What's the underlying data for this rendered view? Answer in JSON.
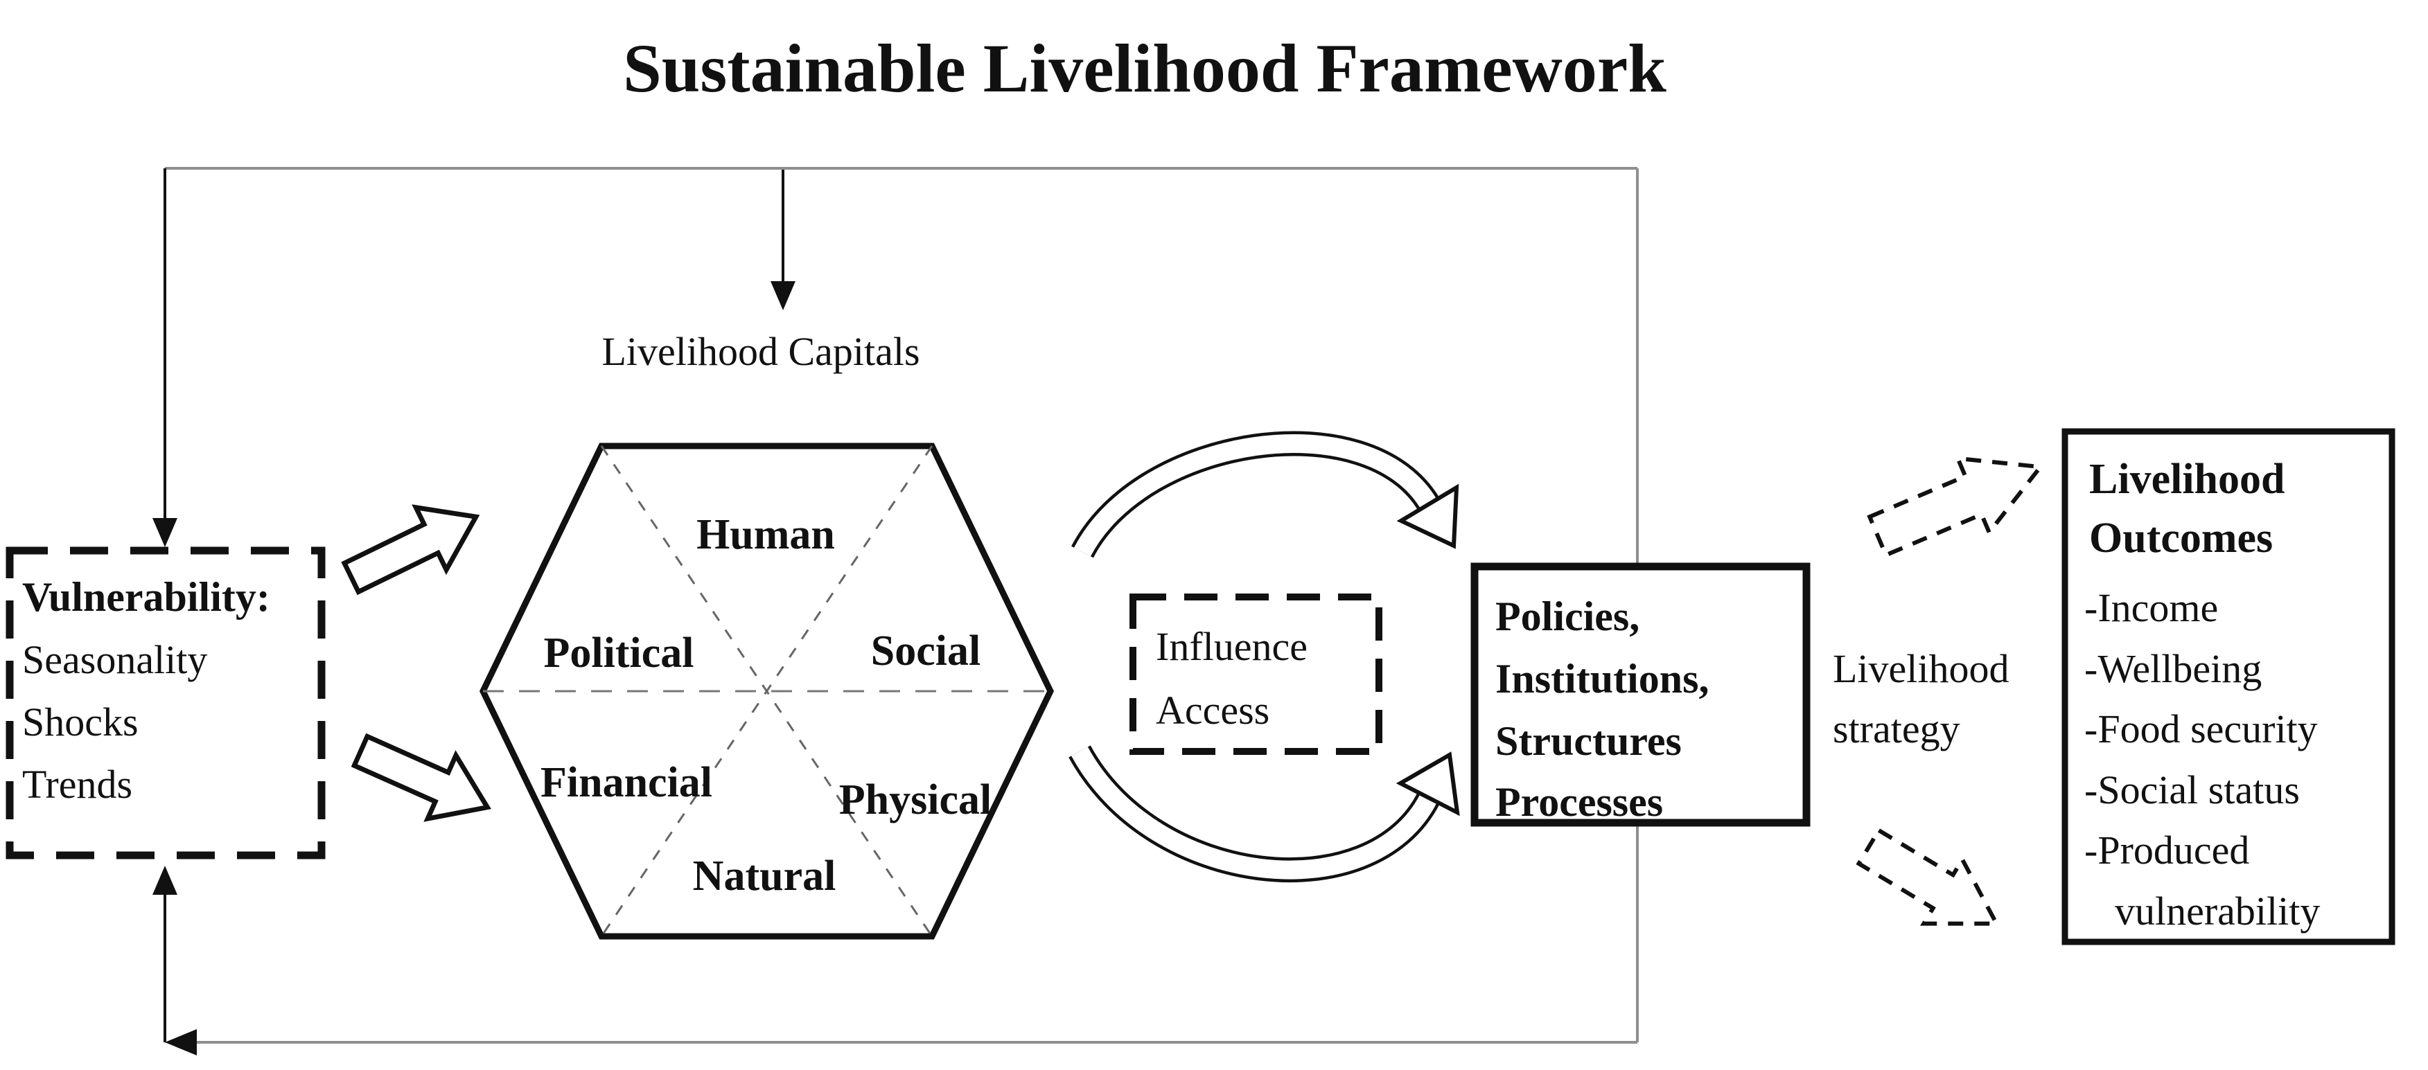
{
  "title": "Sustainable Livelihood Framework",
  "colors": {
    "ink": "#111111",
    "loop_line": "#8f8f8f",
    "background": "#ffffff"
  },
  "top_flow": {
    "capitals_label": "Livelihood Capitals"
  },
  "vulnerability": {
    "heading": "Vulnerability:",
    "items": [
      "Seasonality",
      "Shocks",
      "Trends"
    ]
  },
  "hexagon": {
    "capitals": {
      "top": "Human",
      "upper_left": "Political",
      "upper_right": "Social",
      "lower_left": "Financial",
      "lower_right": "Physical",
      "bottom": "Natural"
    }
  },
  "influence_access": {
    "lines": [
      "Influence",
      "Access"
    ]
  },
  "policies": {
    "lines": [
      "Policies,",
      "Institutions,",
      "Structures",
      "Processes"
    ]
  },
  "livelihood_strategy": {
    "lines": [
      "Livelihood",
      "strategy"
    ]
  },
  "outcomes": {
    "heading_lines": [
      "Livelihood",
      "Outcomes"
    ],
    "items": [
      "-Income",
      "-Wellbeing",
      "-Food security",
      "-Social status",
      "-Produced",
      "vulnerability"
    ]
  }
}
